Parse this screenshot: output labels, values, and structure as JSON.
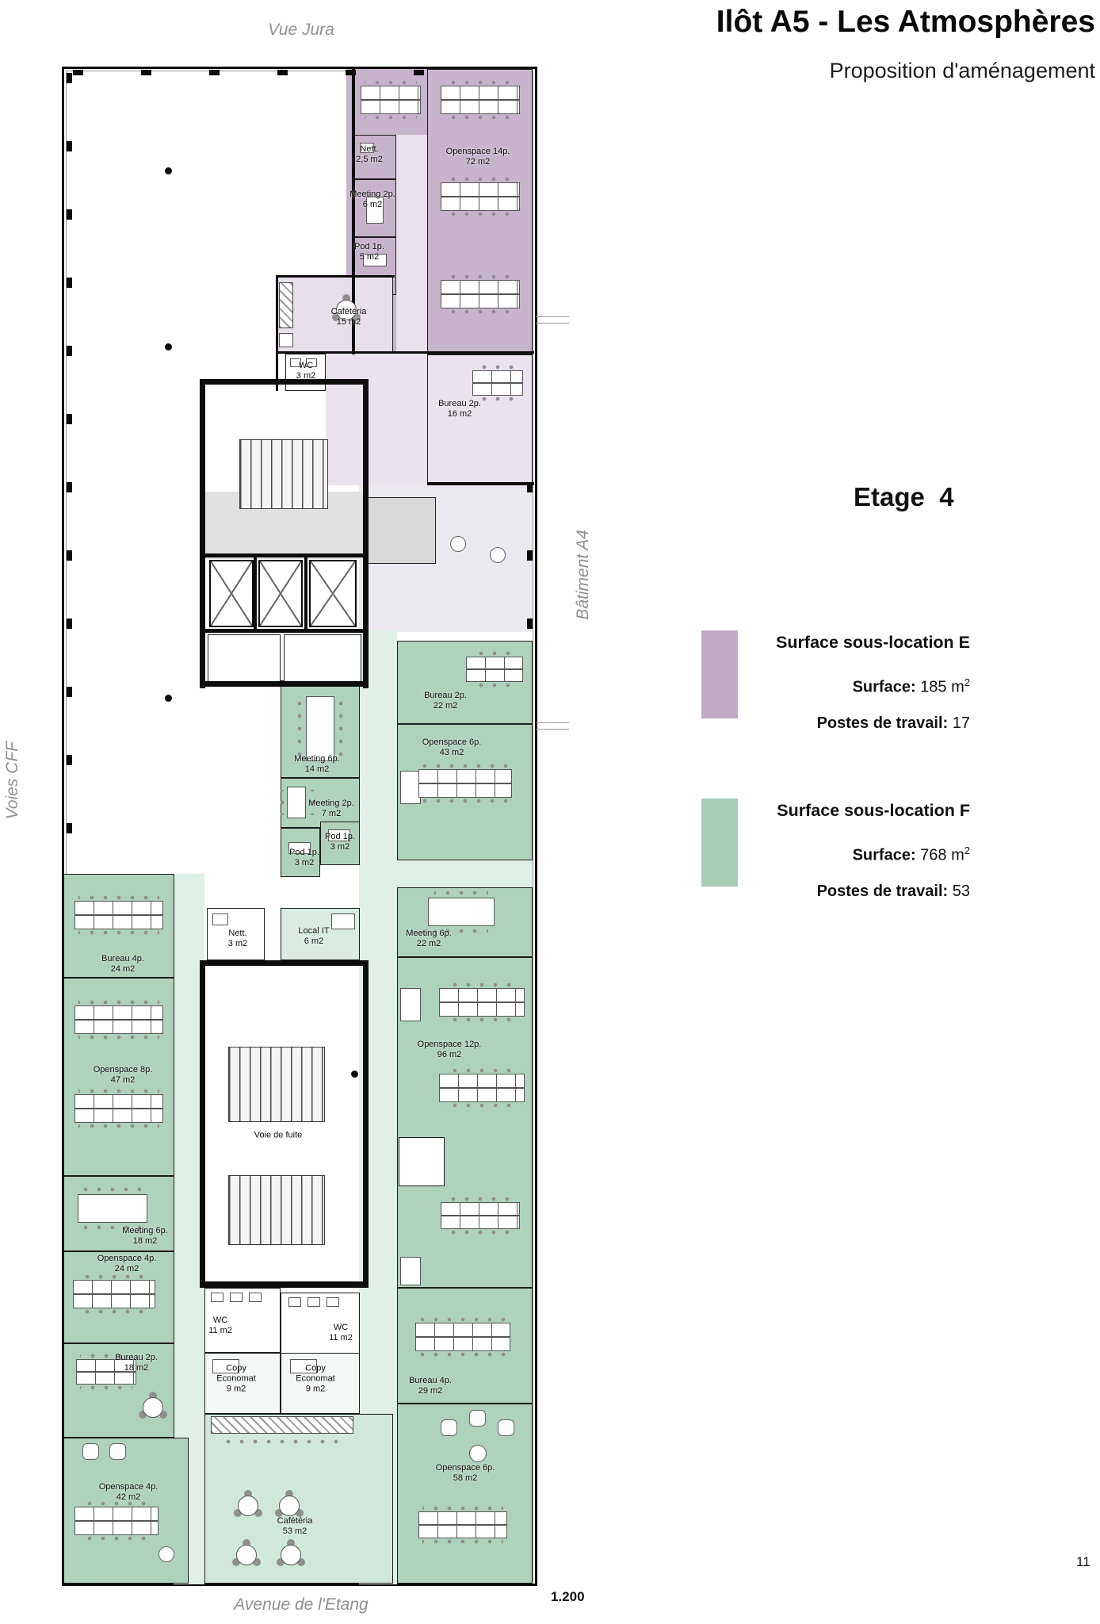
{
  "header": {
    "title": "Ilôt A5 - Les Atmosphères",
    "subtitle": "Proposition d'aménagement",
    "floor_label": "Etage  4"
  },
  "surroundings": {
    "top": "Vue Jura",
    "left": "Voies CFF",
    "right": "Bâtiment A4",
    "bottom": "Avenue de l'Etang"
  },
  "footer": {
    "scale": "1.200",
    "page_number": "11"
  },
  "legend": {
    "zone_e": {
      "title": "Surface sous-location E",
      "surface_label": "Surface:",
      "surface_value": "185 m",
      "surface_sup": "2",
      "postes_label": "Postes de travail:",
      "postes_value": "17",
      "color": "#c2a9c8"
    },
    "zone_f": {
      "title": "Surface sous-location F",
      "surface_label": "Surface:",
      "surface_value": "768 m",
      "surface_sup": "2",
      "postes_label": "Postes de travail:",
      "postes_value": "53",
      "color": "#a8ceb8"
    }
  },
  "rooms": {
    "nett_top": "Nett.\n2,5 m2",
    "meeting2_top": "Meeting 2p.\n6 m2",
    "openspace14": "Openspace 14p.\n72 m2",
    "pod1_5": "Pod 1p.\n5 m2",
    "cafeteria15": "Cafétéria\n15 m2",
    "wc3": "WC\n3 m2",
    "bureau2_16": "Bureau 2p.\n16 m2",
    "bureau2_22": "Bureau 2p.\n22 m2",
    "openspace6_43": "Openspace 6p.\n43 m2",
    "meeting6_14": "Meeting 6p.\n14 m2",
    "meeting2_7": "Meeting 2p.\n7 m2",
    "pod1_3a": "Pod 1p.\n3 m2",
    "pod1_3b": "Pod 1p.\n3 m2",
    "bureau4_24": "Bureau 4p.\n24 m2",
    "nett3": "Nett.\n3 m2",
    "local_it": "Local IT\n6 m2",
    "meeting6_22": "Meeting 6p.\n22 m2",
    "openspace8_47": "Openspace 8p.\n47 m2",
    "openspace12_96": "Openspace 12p.\n96 m2",
    "voie_de_fuite": "Voie de fuite",
    "meeting6_18": "Meeting 6p.\n18 m2",
    "openspace4_24": "Openspace 4p.\n24 m2",
    "bureau2_18": "Bureau 2p.\n18 m2",
    "wc11a": "WC\n11 m2",
    "wc11b": "WC\n11 m2",
    "copy_a": "Copy\nEconomat\n9 m2",
    "copy_b": "Copy\nEconomat\n9 m2",
    "bureau4_29": "Bureau 4p.\n29 m2",
    "openspace4_42": "Openspace 4p.\n42 m2",
    "openspace6_58": "Openspace 6p.\n58 m2",
    "cafeteria53": "Cafétéria\n53 m2"
  }
}
